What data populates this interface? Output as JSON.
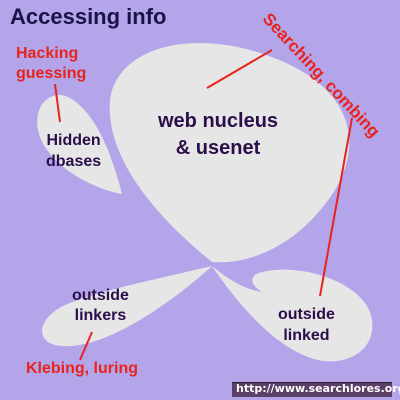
{
  "title": "Accessing info",
  "nodes": {
    "hidden_dbases": [
      "Hidden",
      "dbases"
    ],
    "web_nucleus": [
      "web nucleus",
      "& usenet"
    ],
    "outside_linkers": [
      "outside",
      "linkers"
    ],
    "outside_linked": [
      "outside",
      "linked"
    ]
  },
  "annotations": {
    "hacking_guessing": [
      "Hacking",
      "guessing"
    ],
    "searching_combing": "Searching, combing",
    "klebing_luring": "Klebing, luring"
  },
  "footer_url": "http://www.searchlores.org",
  "colors": {
    "background": "#b4a4ea",
    "shape_fill": "#e6e6e6",
    "title_text": "#1a1446",
    "node_text": "#2a0f4a",
    "annotation_red": "#e8231c",
    "url_bar": "#5a3f66"
  }
}
